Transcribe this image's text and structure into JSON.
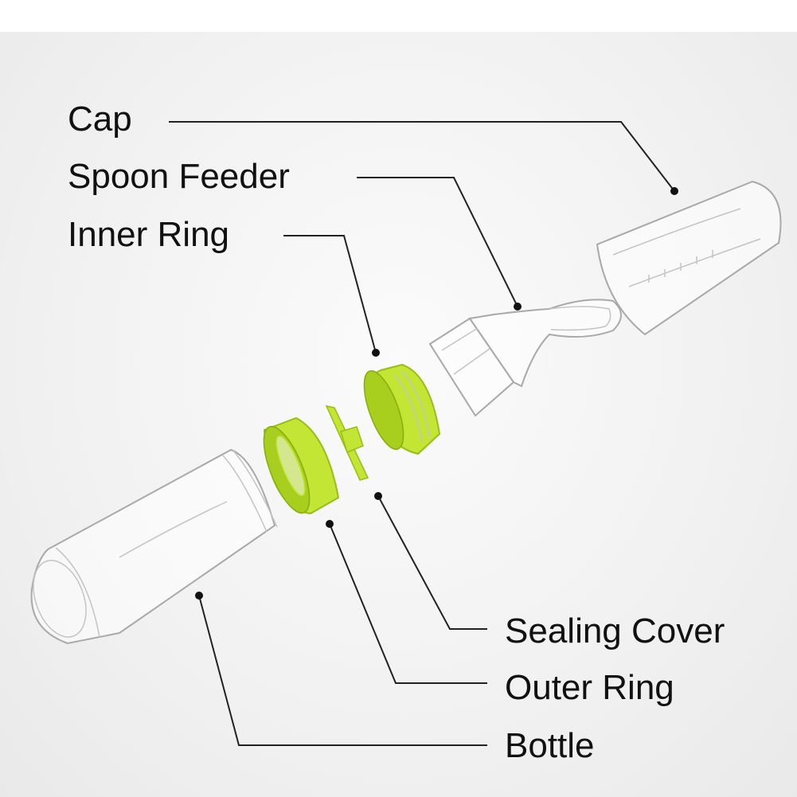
{
  "labels": {
    "cap": "Cap",
    "spoon_feeder": "Spoon Feeder",
    "inner_ring": "Inner Ring",
    "sealing_cover": "Sealing Cover",
    "outer_ring": "Outer Ring",
    "bottle": "Bottle"
  },
  "colors": {
    "accent_green": "#c3e635",
    "text": "#111111"
  }
}
